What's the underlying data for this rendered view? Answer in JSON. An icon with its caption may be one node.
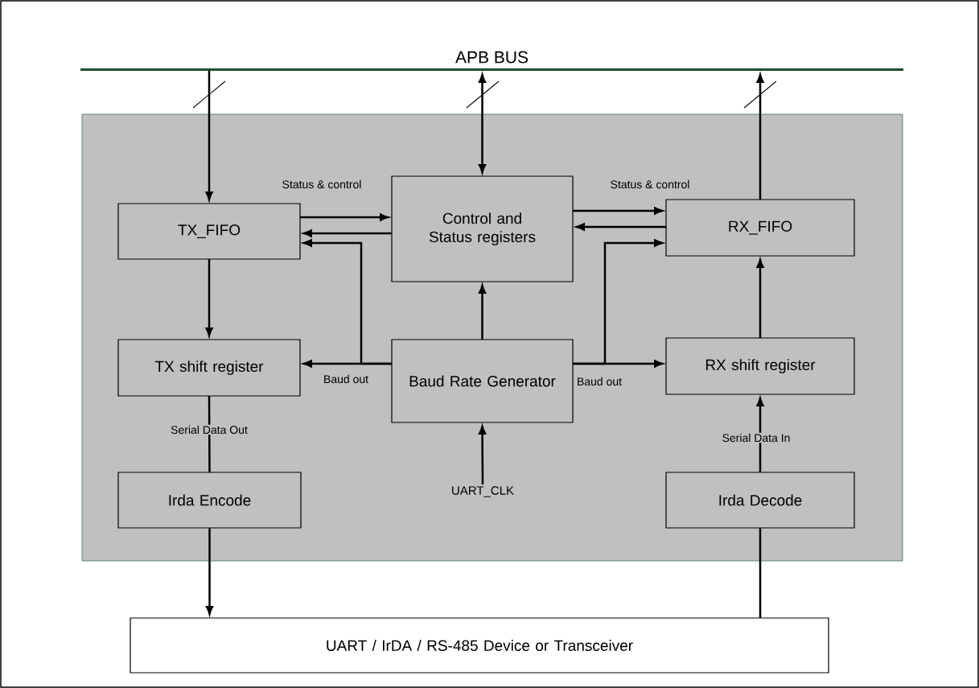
{
  "diagram": {
    "nodes": [
      {
        "text": [
          "APB BUS"
        ]
      },
      {
        "text": [],
        "shape": "box"
      },
      {
        "text": [
          "TX_FIFO"
        ],
        "in": 1
      },
      {
        "text": [
          "Control and Status registers"
        ],
        "in": 1
      },
      {
        "text": [
          "RX_FIFO"
        ],
        "in": 1
      },
      {
        "text": [
          "TX shift register"
        ],
        "in": 1
      },
      {
        "text": [
          "Baud Rate Generator"
        ],
        "in": 1
      },
      {
        "text": [
          "RX shift register"
        ],
        "in": 1
      },
      {
        "text": [
          "Irda Encode"
        ],
        "in": 1
      },
      {
        "text": [
          "Irda Decode"
        ],
        "in": 1
      },
      {
        "text": [
          "UART_CLK"
        ],
        "in": 1
      },
      {
        "text": [
          "UART / IrDA / RS-485 Device or Transceiver"
        ]
      }
    ],
    "edges": [
      {
        "from": 0,
        "to": 2,
        "arrow": "to"
      },
      {
        "from": 3,
        "to": 0,
        "arrow": "both"
      },
      {
        "from": 4,
        "to": 0,
        "arrow": "to"
      },
      {
        "from": 2,
        "to": 3,
        "arrow": "to",
        "label": "Status & control"
      },
      {
        "from": 3,
        "to": 2,
        "arrow": "to"
      },
      {
        "from": 3,
        "to": 4,
        "arrow": "to",
        "label": "Status & control"
      },
      {
        "from": 4,
        "to": 3,
        "arrow": "to"
      },
      {
        "from": 6,
        "to": 2,
        "arrow": "to"
      },
      {
        "from": 6,
        "to": 5,
        "arrow": "to",
        "label": "Baud out"
      },
      {
        "from": 6,
        "to": 4,
        "arrow": "to"
      },
      {
        "from": 6,
        "to": 7,
        "arrow": "to",
        "label": "Baud out"
      },
      {
        "from": 6,
        "to": 3,
        "arrow": "to"
      },
      {
        "from": 2,
        "to": 5,
        "arrow": "to"
      },
      {
        "from": 7,
        "to": 4,
        "arrow": "to"
      },
      {
        "from": 5,
        "to": 8,
        "arrow": "none",
        "label": "Serial Data Out"
      },
      {
        "from": 9,
        "to": 7,
        "arrow": "to",
        "label": "Serial Data In"
      },
      {
        "from": 10,
        "to": 6,
        "arrow": "to"
      },
      {
        "from": 8,
        "to": 11,
        "arrow": "to"
      },
      {
        "from": 9,
        "to": 11,
        "arrow": "none"
      }
    ]
  }
}
